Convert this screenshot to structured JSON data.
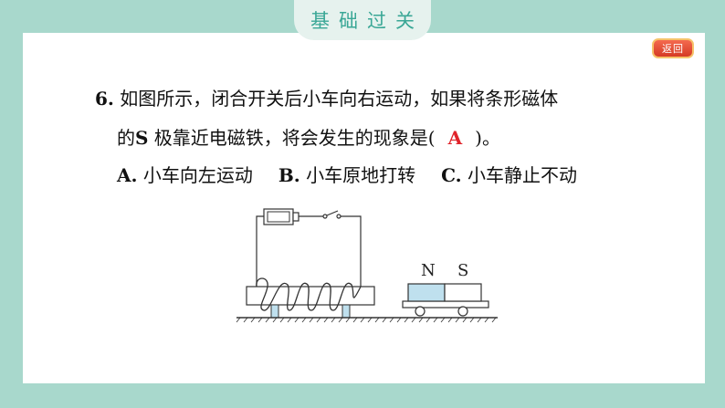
{
  "header": {
    "title": "基础过关"
  },
  "back_button": {
    "label": "返回"
  },
  "question": {
    "number": "6.",
    "line1": "如图所示，闭合开关后小车向右运动，如果将条形磁体",
    "line2_prefix": "的",
    "line2_bold": "S",
    "line2_text": " 极靠近电磁铁，将会发生的现象是(",
    "answer": "A",
    "line2_suffix": ")。",
    "options": [
      {
        "letter": "A.",
        "text": " 小车向左运动"
      },
      {
        "letter": "B.",
        "text": " 小车原地打转"
      },
      {
        "letter": "C.",
        "text": " 小车静止不动"
      }
    ]
  },
  "diagram": {
    "magnet_north": "N",
    "magnet_south": "S",
    "magnet_north_color": "#bfe0ee"
  }
}
